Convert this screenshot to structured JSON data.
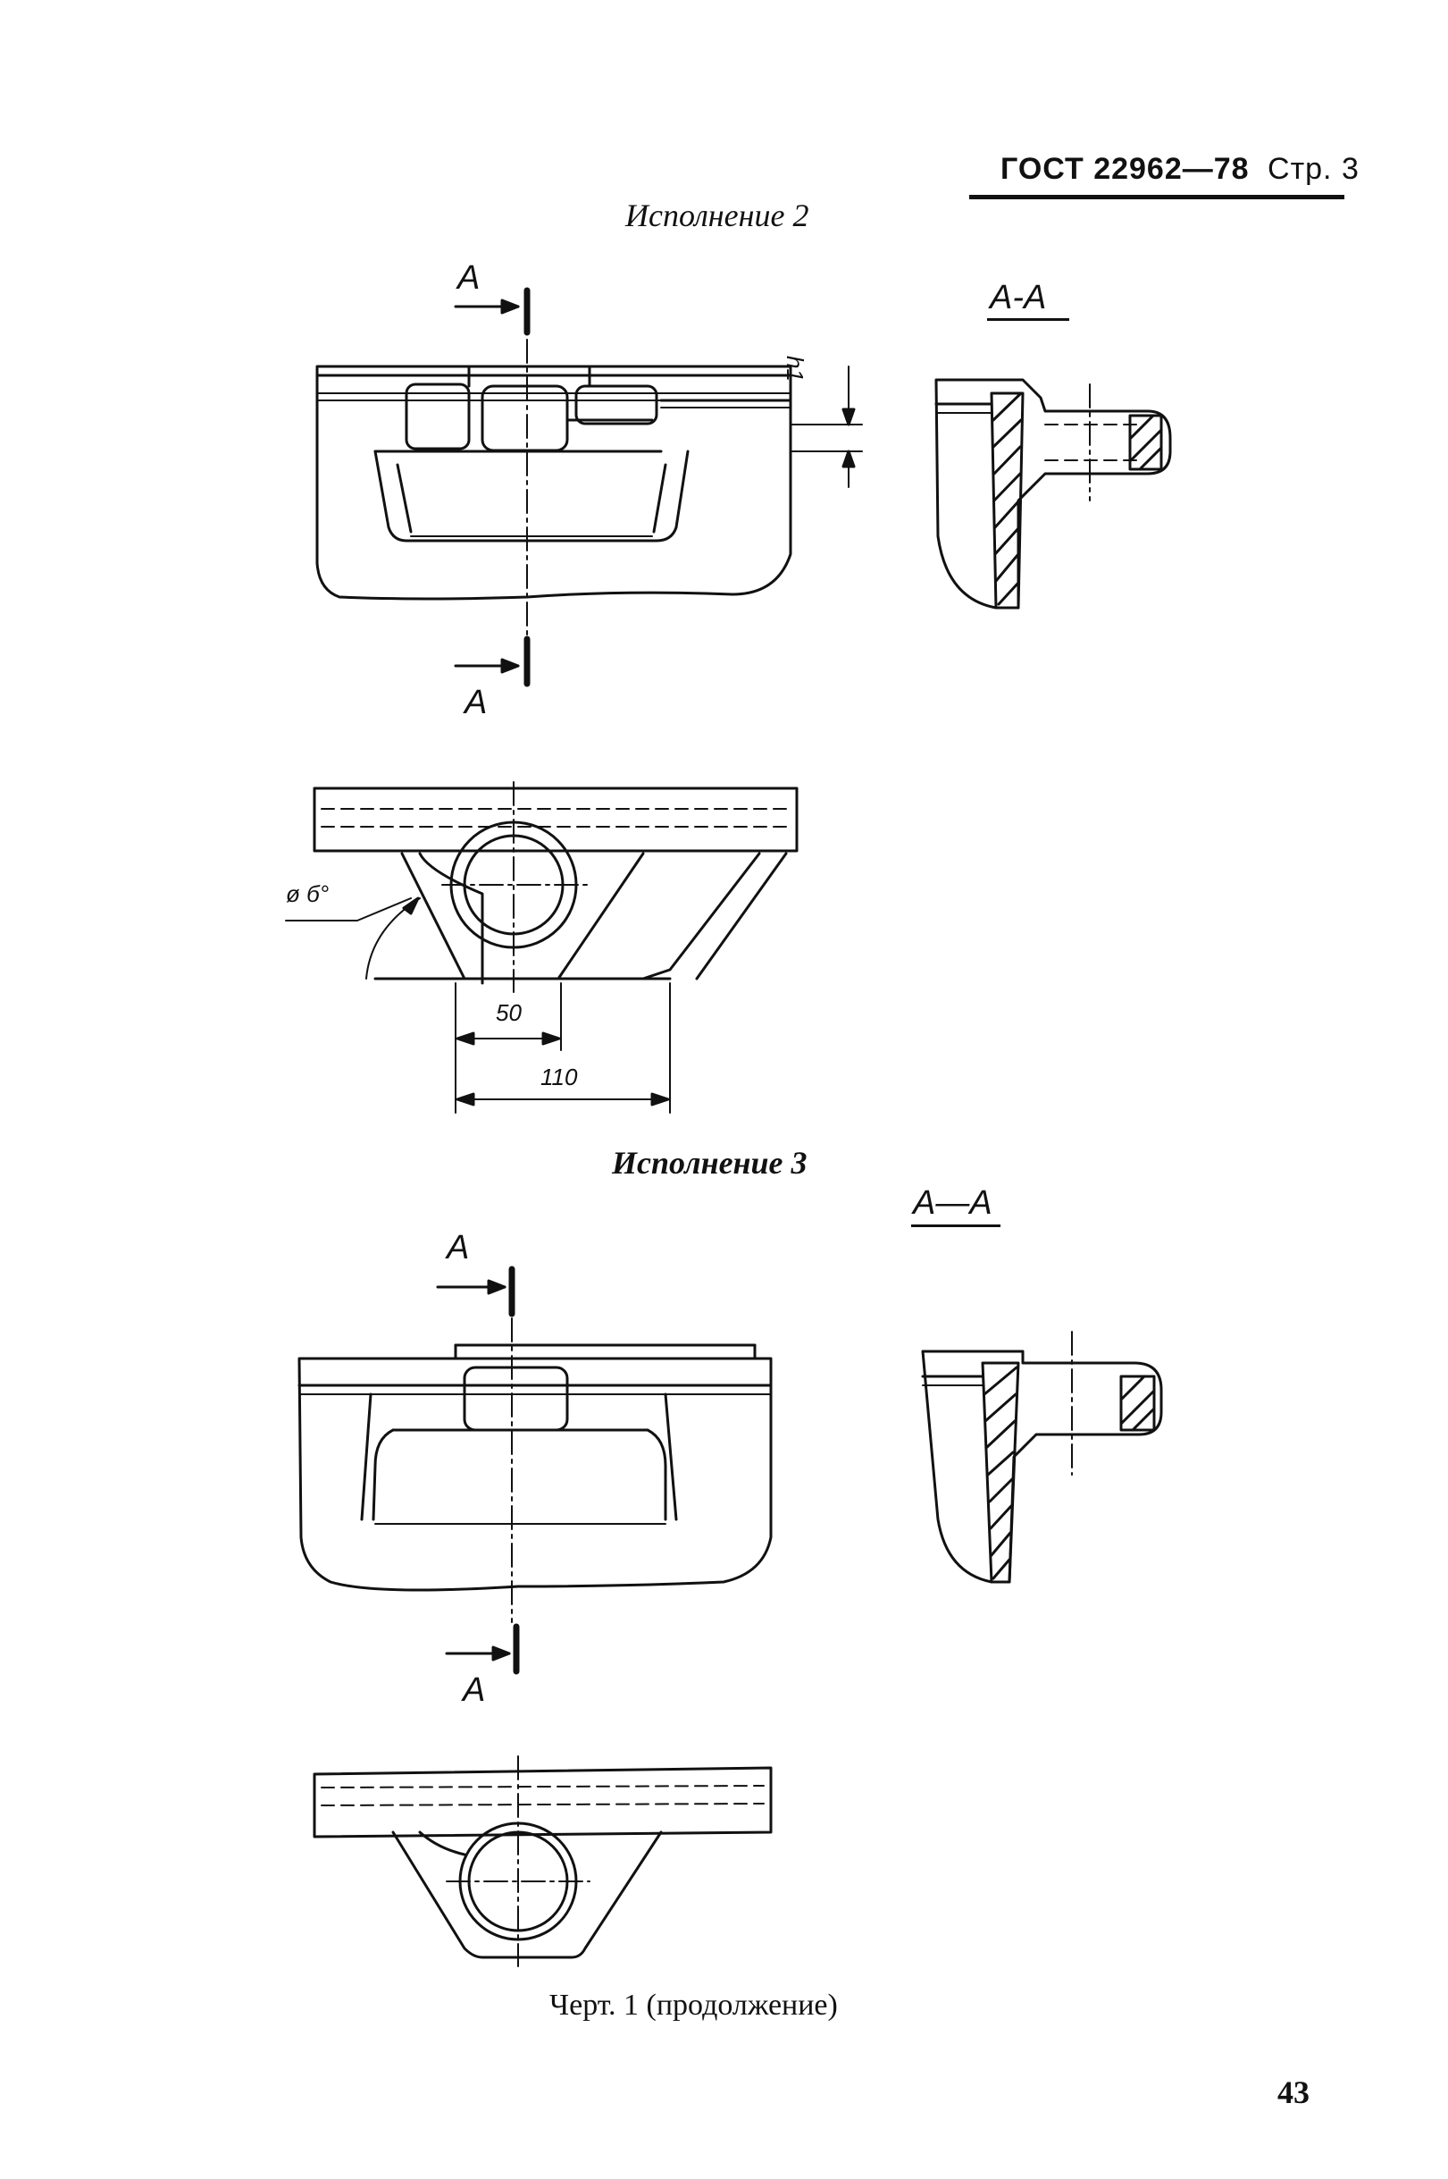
{
  "header": {
    "standard": "ГОСТ 22962—78",
    "page_label": "Стр. 3"
  },
  "sections": [
    {
      "title": "Исполнение 2",
      "section_label": "А-А",
      "cut_label_top": "А",
      "cut_label_bottom": "А",
      "dims": {
        "h1": "h1",
        "d": "ø б°",
        "d1": "50",
        "d2": "110"
      }
    },
    {
      "title": "Исполнение 3",
      "section_label": "А—А",
      "cut_label_top": "А",
      "cut_label_bottom": "А"
    }
  ],
  "figure_caption": "Черт. 1 (продолжение)",
  "page_number": "43"
}
